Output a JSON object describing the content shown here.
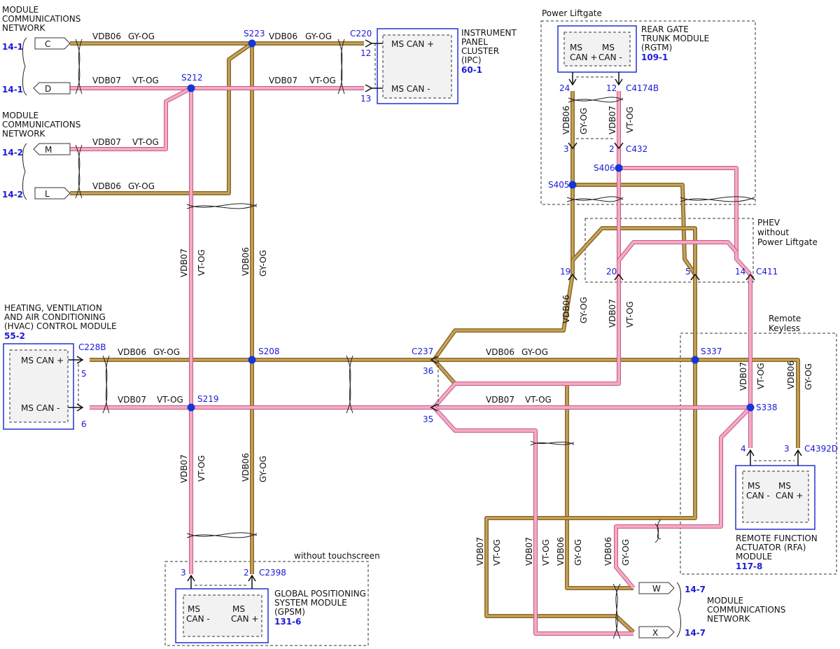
{
  "wires": {
    "vdb06": "VDB06",
    "gyog": "GY-OG",
    "vdb07": "VDB07",
    "vtog": "VT-OG"
  },
  "connectors": {
    "c": "C",
    "d": "D",
    "m": "M",
    "l": "L",
    "w": "W",
    "x": "X"
  },
  "refs": {
    "r141a": "14-1",
    "r141b": "14-1",
    "r142a": "14-2",
    "r142b": "14-2",
    "r552": "55-2",
    "r601": "60-1",
    "r1091": "109-1",
    "r1316": "131-6",
    "r1178": "117-8",
    "r147a": "14-7",
    "r147b": "14-7"
  },
  "network_top": [
    "MODULE",
    "COMMUNICATIONS",
    "NETWORK"
  ],
  "network_mid": [
    "MODULE",
    "COMMUNICATIONS",
    "NETWORK"
  ],
  "network_bot": [
    "MODULE",
    "COMMUNICATIONS",
    "NETWORK"
  ],
  "splices": {
    "s223": "S223",
    "s212": "S212",
    "s208": "S208",
    "s219": "S219",
    "s406": "S406",
    "s405": "S405",
    "s337": "S337",
    "s338": "S338"
  },
  "conn_ids": {
    "c220": "C220",
    "c228b": "C228B",
    "c237": "C237",
    "c2398": "C2398",
    "c4174b": "C4174B",
    "c432": "C432",
    "c411": "C411",
    "c4392d": "C4392D"
  },
  "pins": {
    "p12": "12",
    "p13": "13",
    "p5": "5",
    "p6": "6",
    "p36": "36",
    "p35": "35",
    "p24": "24",
    "p12b": "12",
    "p3": "3",
    "p2": "2",
    "p19": "19",
    "p20": "20",
    "p5b": "5",
    "p14": "14",
    "p4": "4",
    "p3b": "3",
    "p3c": "3",
    "p2b": "2"
  },
  "ipc": {
    "title": [
      "INSTRUMENT",
      "PANEL",
      "CLUSTER",
      "(IPC)"
    ],
    "pin_plus": "MS CAN +",
    "pin_minus": "MS CAN -"
  },
  "rgtm": {
    "title": [
      "REAR GATE",
      "TRUNK MODULE",
      "(RGTM)"
    ],
    "ms1": "MS",
    "can1": "CAN +",
    "ms2": "MS",
    "can2": "CAN -"
  },
  "hvac": {
    "title": [
      "HEATING, VENTILATION",
      "AND AIR CONDITIONING",
      "(HVAC) CONTROL MODULE"
    ],
    "pin_plus": "MS CAN +",
    "pin_minus": "MS CAN -"
  },
  "gpsm": {
    "title": [
      "GLOBAL POSITIONING",
      "SYSTEM MODULE",
      "(GPSM)"
    ],
    "ms1": "MS",
    "can1": "CAN -",
    "ms2": "MS",
    "can2": "CAN +"
  },
  "rfa": {
    "title": [
      "REMOTE FUNCTION",
      "ACTUATOR (RFA)",
      "MODULE"
    ],
    "ms1": "MS",
    "can1": "CAN -",
    "ms2": "MS",
    "can2": "CAN +"
  },
  "options": {
    "power_liftgate": "Power Liftgate",
    "phev": [
      "PHEV",
      "without",
      "Power Liftgate"
    ],
    "remote_keyless": [
      "Remote",
      "Keyless"
    ],
    "without_touchscreen": "without touchscreen"
  },
  "colors": {
    "gy_og_outer": "#8a6a2a",
    "gy_og_inner": "#c9a45c",
    "vt_og_outer": "#c05a82",
    "vt_og_inner": "#f6a9c6",
    "splice": "#1436d8",
    "module_border": "#2233cc"
  }
}
